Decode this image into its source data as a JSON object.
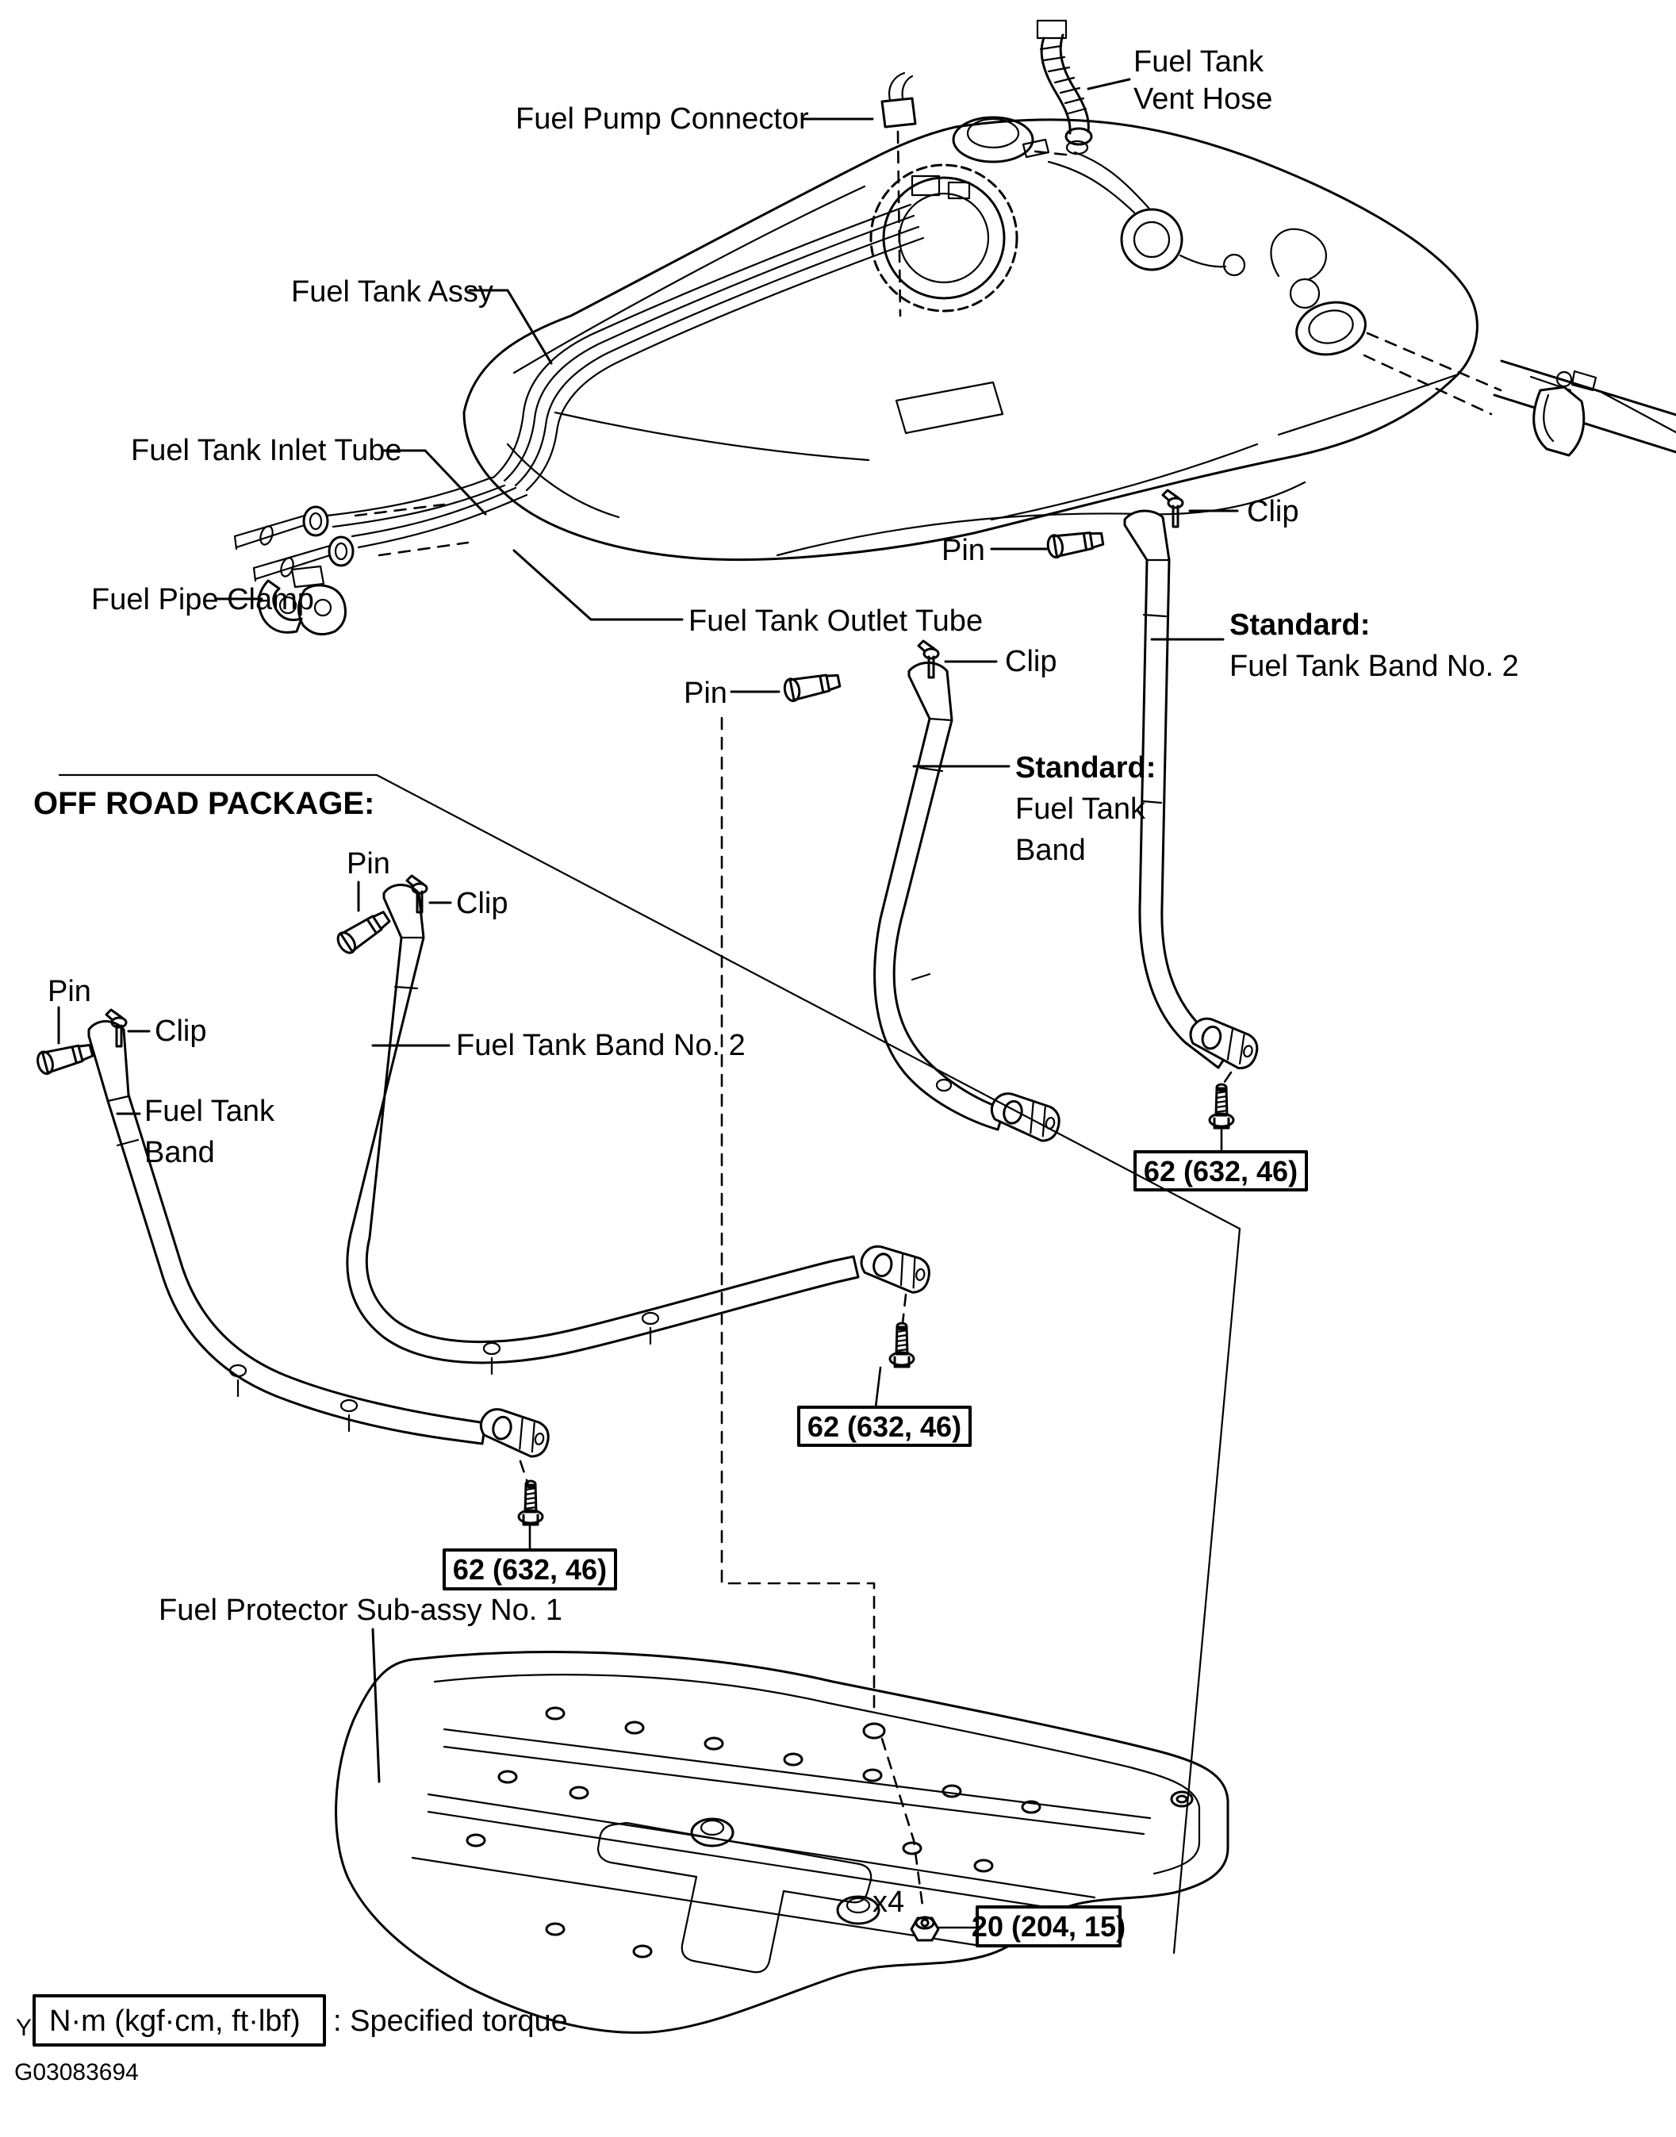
{
  "diagram": {
    "labels": {
      "fuel_pump_connector": "Fuel Pump Connector",
      "fuel_tank_vent_hose": [
        "Fuel Tank",
        "Vent Hose"
      ],
      "fuel_tank_assy": "Fuel Tank Assy",
      "fuel_tank_inlet_tube": "Fuel Tank Inlet Tube",
      "fuel_pipe_clamp": "Fuel Pipe Clamp",
      "fuel_tank_outlet_tube": "Fuel Tank Outlet Tube",
      "pin": "Pin",
      "clip": "Clip",
      "standard_heading": "Standard:",
      "fuel_tank_band_no2": "Fuel Tank Band No. 2",
      "fuel_tank_band": [
        "Fuel Tank",
        "Band"
      ],
      "off_road_header": "OFF ROAD PACKAGE:",
      "fuel_protector": "Fuel Protector Sub-assy No. 1",
      "quantity_x4": "x4"
    },
    "torque_callouts": {
      "band_bolt": "62 (632, 46)",
      "protector_nut": "20 (204, 15)"
    },
    "legend": {
      "y_mark": "Y",
      "unit_box": "N·m (kgf·cm, ft·lbf)",
      "description": ": Specified torque",
      "figure_code": "G03083694"
    }
  }
}
